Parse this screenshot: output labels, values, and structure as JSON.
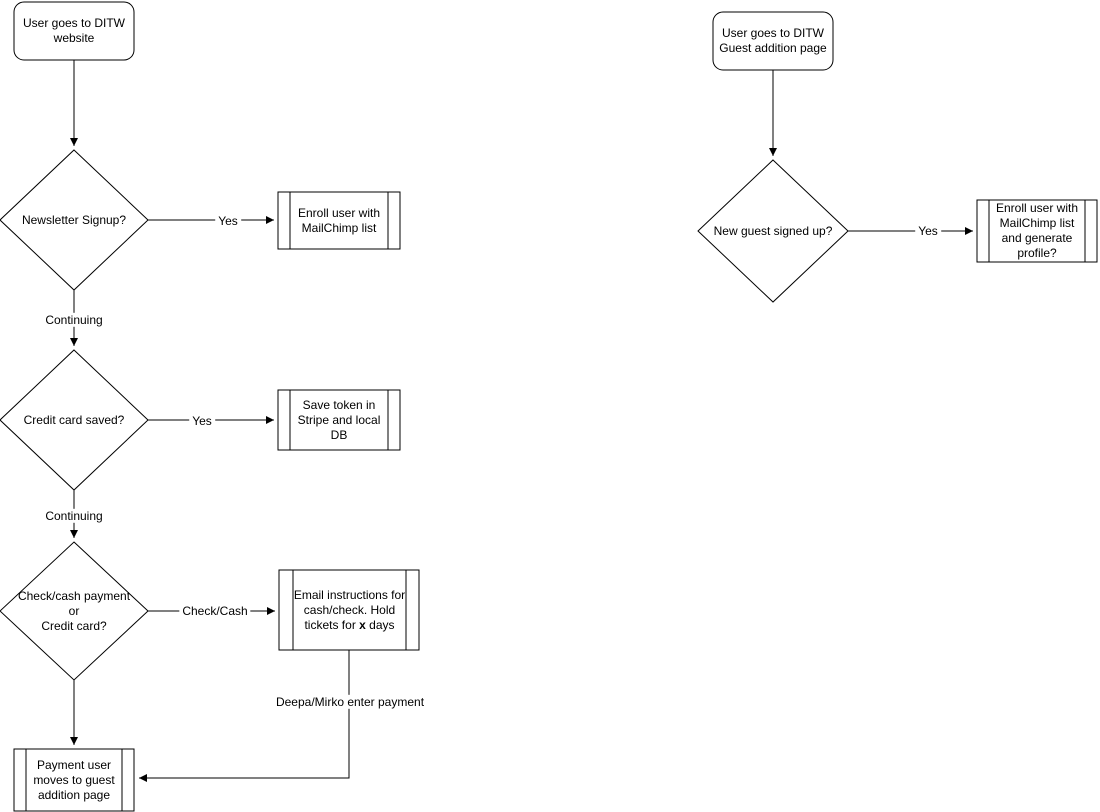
{
  "left_flow": {
    "start": "User goes to DITW website",
    "decision1": "Newsletter Signup?",
    "yes1": "Yes",
    "process1": "Enroll user with MailChimp list",
    "continuing1": "Continuing",
    "decision2": "Credit card saved?",
    "yes2": "Yes",
    "process2": "Save token in Stripe and local DB",
    "continuing2": "Continuing",
    "decision3": {
      "line1": "Check/cash payment",
      "line2": "or",
      "line3": "Credit card?"
    },
    "check_cash": "Check/Cash",
    "process3": {
      "pre": "Email instructions for cash/check. Hold tickets for ",
      "bold": "x",
      "post": " days"
    },
    "deepa_label": "Deepa/Mirko enter payment",
    "end": "Payment user moves to guest addition page"
  },
  "right_flow": {
    "start": "User goes to DITW Guest addition page",
    "decision1": "New guest signed up?",
    "yes1": "Yes",
    "process1": "Enroll user with MailChimp list and generate profile?"
  },
  "colors": {
    "stroke": "#000000",
    "fill": "#ffffff"
  }
}
